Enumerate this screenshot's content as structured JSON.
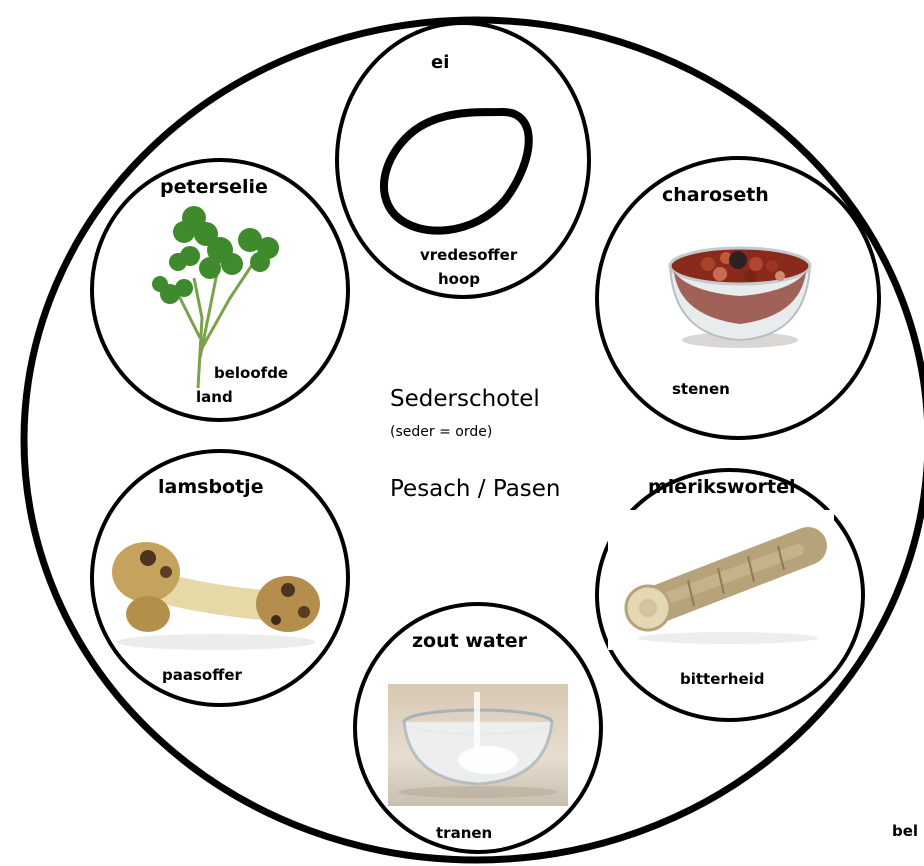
{
  "center": {
    "title": "Sederschotel",
    "subtitle": "(seder = orde)",
    "holiday": "Pesach / Pasen"
  },
  "items": {
    "egg": {
      "name": "ei",
      "meaning_line1": "vredesoffer",
      "meaning_line2": "hoop"
    },
    "charoseth": {
      "name": "charoseth",
      "meaning": "stenen"
    },
    "parsley": {
      "name": "peterselie",
      "meaning_line1": "beloofde",
      "meaning_line2": "land"
    },
    "lambbone": {
      "name": "lamsbotje",
      "meaning": "paasoffer"
    },
    "horseradish": {
      "name": "mierikswortel",
      "meaning": "bitterheid"
    },
    "saltwater": {
      "name": "zout water",
      "meaning": "tranen"
    }
  },
  "edge_fragment": "bel",
  "colors": {
    "outline": "#000000",
    "background": "#ffffff"
  }
}
